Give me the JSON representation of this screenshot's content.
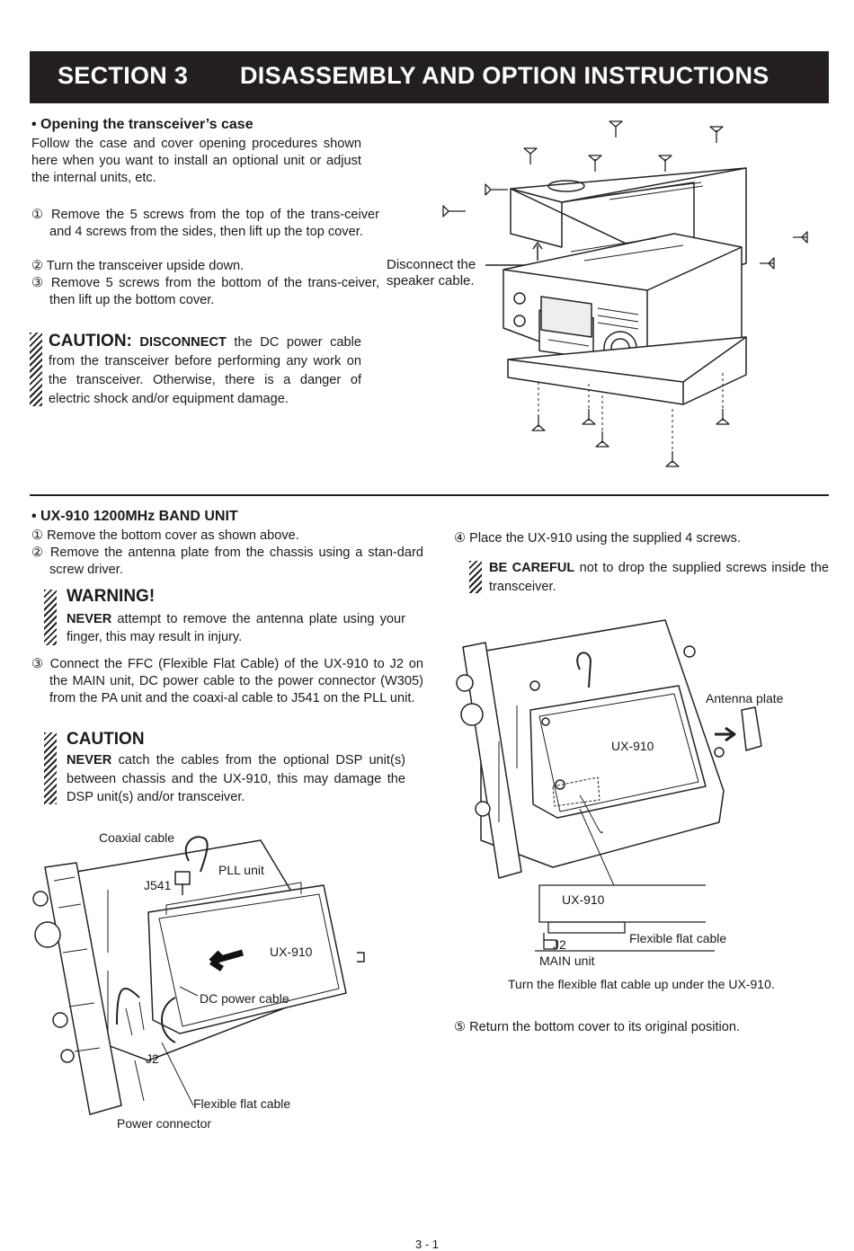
{
  "header": {
    "section": "SECTION 3",
    "title": "DISASSEMBLY AND OPTION INSTRUCTIONS"
  },
  "opening": {
    "heading": "• Opening the transceiver’s case",
    "intro": "Follow the case and cover opening procedures shown here when you want to install an optional unit or adjust the internal units, etc.",
    "steps": [
      "① Remove the 5 screws from the top of the trans-ceiver and  4 screws from the sides, then lift up the top cover.",
      "② Turn the transceiver upside down.",
      "③ Remove 5 screws from the bottom of the trans-ceiver, then lift up the bottom cover."
    ],
    "caution_title": "CAUTION:",
    "caution_kw": "DISCONNECT",
    "caution_text": " the DC power cable from the transceiver before performing any work on the transceiver. Otherwise, there is a danger of electric shock and/or equipment damage.",
    "fig_label": "Disconnect the speaker cable."
  },
  "ux910": {
    "heading": "• UX-910 1200MHz BAND UNIT",
    "steps": [
      "① Remove the bottom cover as shown above.",
      "② Remove the antenna plate from the chassis using a stan-dard screw driver."
    ],
    "warning_title": "WARNING!",
    "warning_kw": "NEVER",
    "warning_text": " attempt to remove the antenna plate using your finger, this may result in injury.",
    "step3": "③ Connect the FFC (Flexible Flat Cable) of the UX-910 to J2 on the MAIN unit, DC power cable to the power connector (W305) from the PA unit and the coaxi-al cable to J541 on the PLL unit.",
    "caution_title": "CAUTION",
    "caution_kw": "NEVER",
    "caution_text": " catch the cables from the optional DSP unit(s) between chassis and the UX-910, this may damage the DSP unit(s) and/or transceiver.",
    "step4": "④ Place the UX-910 using the supplied 4 screws.",
    "careful_kw": "BE CAREFUL",
    "careful_text": " not to drop the supplied screws inside the transceiver.",
    "step5": "⑤ Return the bottom cover to its original position."
  },
  "fig_left": {
    "coaxial": "Coaxial cable",
    "pll": "PLL unit",
    "j541": "J541",
    "ux": "UX-910",
    "dc": "DC power cable",
    "j2": "J2",
    "ffc": "Flexible flat cable",
    "power": "Power connector"
  },
  "fig_right": {
    "antenna": "Antenna plate",
    "ux": "UX-910",
    "ux2": "UX-910",
    "ffc": "Flexible flat cable",
    "j2": "J2",
    "main": "MAIN unit",
    "caption": "Turn the flexible flat cable up under the UX-910."
  },
  "page_number": "3 - 1"
}
